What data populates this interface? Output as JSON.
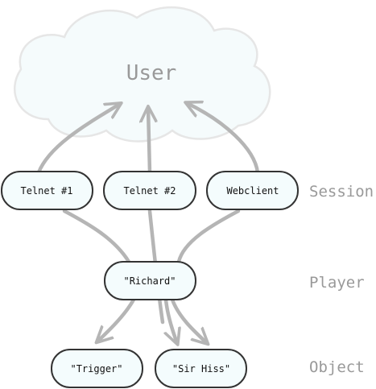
{
  "cloud": {
    "label": "User"
  },
  "tiers": {
    "session": "Session",
    "player": "Player",
    "object": "Object"
  },
  "nodes": {
    "telnet1": "Telnet #1",
    "telnet2": "Telnet #2",
    "webclient": "Webclient",
    "richard": "\"Richard\"",
    "trigger": "\"Trigger\"",
    "sirhiss": "\"Sir Hiss\""
  },
  "colors": {
    "node_fill": "#f4fcfd",
    "node_stroke": "#333333",
    "arrow": "#b5b5b5",
    "cloud_fill": "#f5fbfc",
    "cloud_stroke": "#e6e6e6",
    "label": "#999999"
  }
}
